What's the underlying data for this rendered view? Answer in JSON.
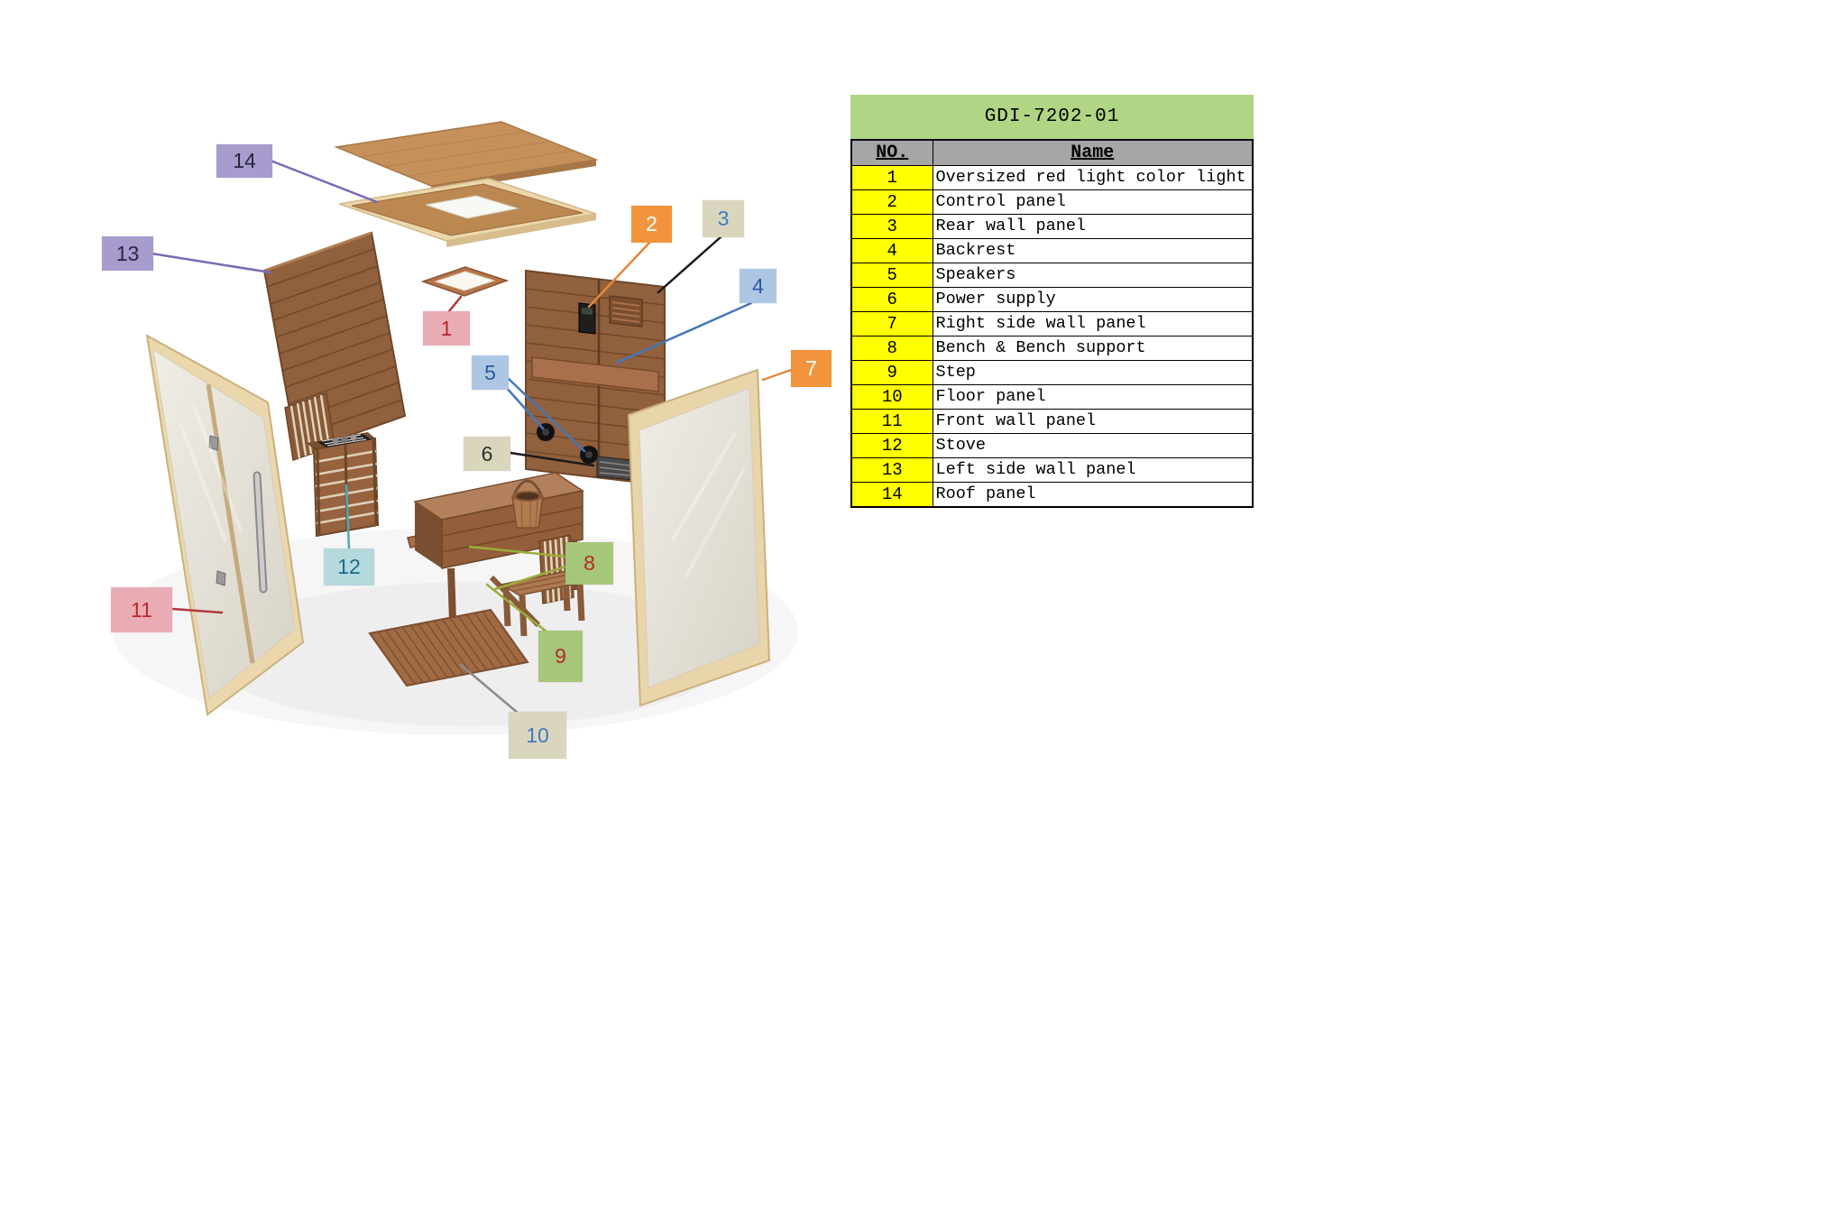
{
  "table": {
    "title": "GDI-7202-01",
    "columns": [
      "NO.",
      "Name"
    ],
    "rows": [
      {
        "no": "1",
        "name": "Oversized red light color light"
      },
      {
        "no": "2",
        "name": "Control panel"
      },
      {
        "no": "3",
        "name": "Rear wall panel"
      },
      {
        "no": "4",
        "name": "Backrest"
      },
      {
        "no": "5",
        "name": "Speakers"
      },
      {
        "no": "6",
        "name": "Power supply"
      },
      {
        "no": "7",
        "name": "Right side wall panel"
      },
      {
        "no": "8",
        "name": "Bench & Bench support"
      },
      {
        "no": "9",
        "name": "Step"
      },
      {
        "no": "10",
        "name": "Floor panel"
      },
      {
        "no": "11",
        "name": "Front wall panel"
      },
      {
        "no": "12",
        "name": "Stove"
      },
      {
        "no": "13",
        "name": "Left side wall panel"
      },
      {
        "no": "14",
        "name": "Roof panel"
      }
    ]
  },
  "callouts": {
    "c1": {
      "label": "1"
    },
    "c2": {
      "label": "2"
    },
    "c3": {
      "label": "3"
    },
    "c4": {
      "label": "4"
    },
    "c5": {
      "label": "5"
    },
    "c6": {
      "label": "6"
    },
    "c7": {
      "label": "7"
    },
    "c8": {
      "label": "8"
    },
    "c9": {
      "label": "9"
    },
    "c10": {
      "label": "10"
    },
    "c11": {
      "label": "11"
    },
    "c12": {
      "label": "12"
    },
    "c13": {
      "label": "13"
    },
    "c14": {
      "label": "14"
    }
  },
  "colors": {
    "table_title_bg": "#b0d584",
    "table_header_bg": "#a6a6a6",
    "table_no_bg": "#ffff00",
    "callout_orange": "#f2943c",
    "callout_purple": "#a89bce",
    "callout_blue": "#adc6e4",
    "callout_pink": "#eaacb4",
    "callout_beige": "#dad6be",
    "callout_green": "#a6c779",
    "callout_cyan": "#b4dade",
    "wood_dark": "#91603c",
    "wood_light_frame": "#ead7ac"
  }
}
